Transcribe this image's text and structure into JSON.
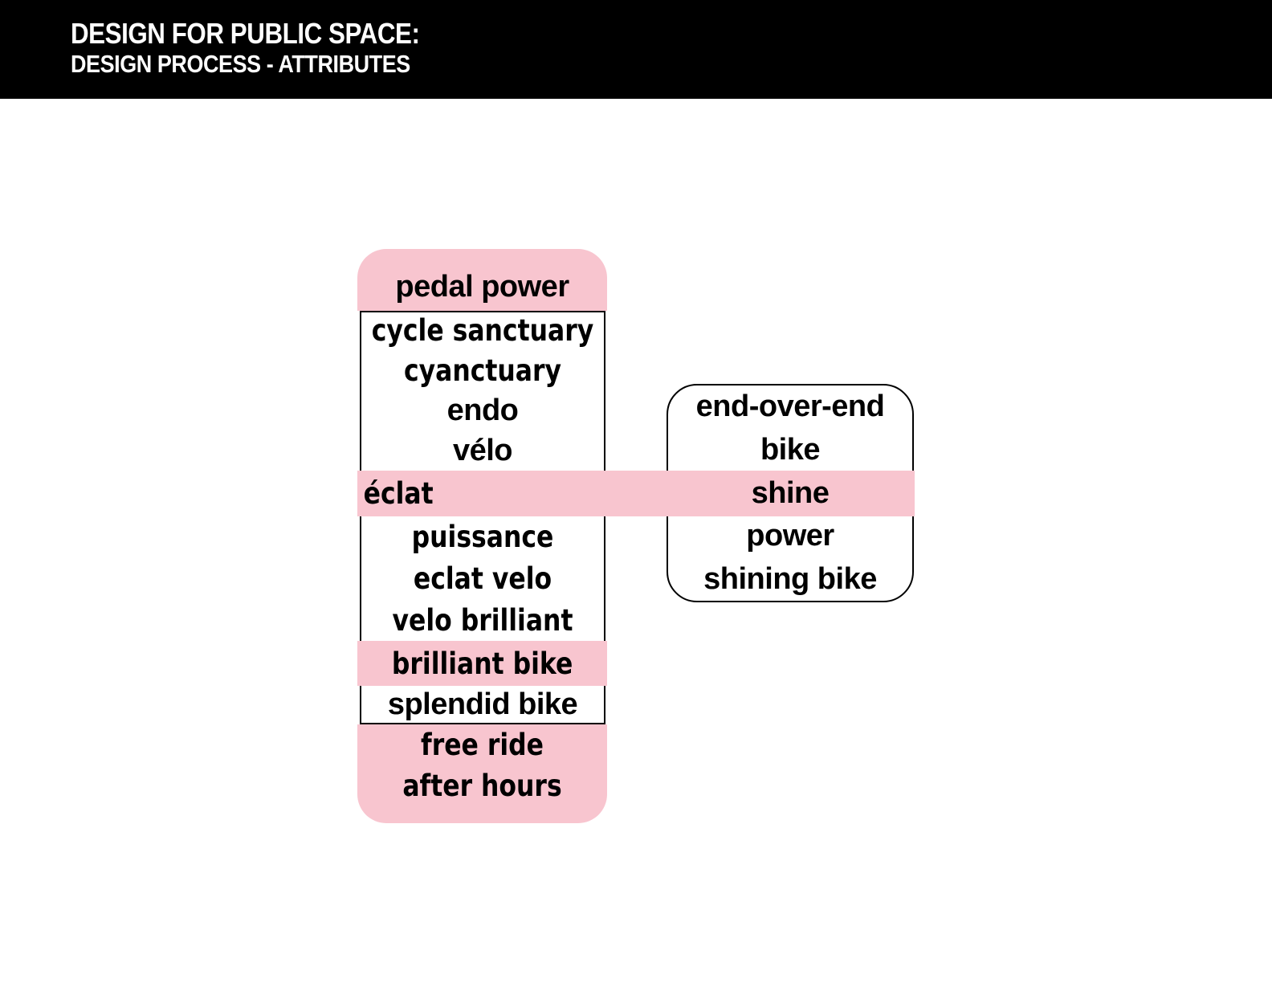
{
  "header": {
    "line1": "DESIGN FOR PUBLIC SPACE:",
    "line2": "DESIGN PROCESS - ATTRIBUTES"
  },
  "colors": {
    "highlight_pink": "#F8C5CF",
    "bar_black": "#000000"
  },
  "left_panel": {
    "top_highlight": "pedal power",
    "group1": [
      "cycle sanctuary",
      "cyanctuary",
      "endo",
      "vélo"
    ],
    "mid_highlight": "éclat",
    "group2": [
      "puissance",
      "eclat velo",
      "velo brilliant"
    ],
    "band_highlight": "brilliant bike",
    "group3": [
      "splendid bike"
    ],
    "bottom_highlight": [
      "free ride",
      "after hours"
    ]
  },
  "right_panel": {
    "group1": [
      "end-over-end",
      "bike"
    ],
    "mid_highlight": "shine",
    "group2": [
      "power",
      "shining bike"
    ]
  }
}
